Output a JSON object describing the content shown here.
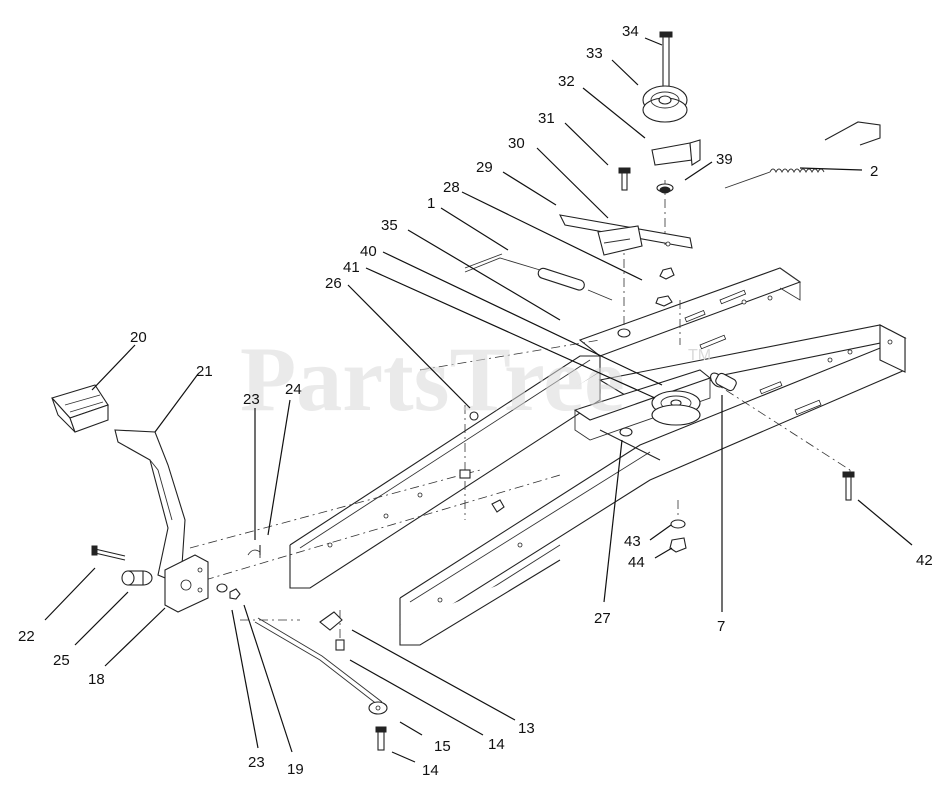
{
  "watermark": {
    "text": "PartsTree",
    "trademark": "TM"
  },
  "callouts": [
    {
      "id": "c34",
      "label": "34"
    },
    {
      "id": "c33",
      "label": "33"
    },
    {
      "id": "c32",
      "label": "32"
    },
    {
      "id": "c31",
      "label": "31"
    },
    {
      "id": "c39",
      "label": "39"
    },
    {
      "id": "c2",
      "label": "2"
    },
    {
      "id": "c30",
      "label": "30"
    },
    {
      "id": "c29",
      "label": "29"
    },
    {
      "id": "c28",
      "label": "28"
    },
    {
      "id": "c1",
      "label": "1"
    },
    {
      "id": "c35",
      "label": "35"
    },
    {
      "id": "c40",
      "label": "40"
    },
    {
      "id": "c41",
      "label": "41"
    },
    {
      "id": "c26",
      "label": "26"
    },
    {
      "id": "c20",
      "label": "20"
    },
    {
      "id": "c21",
      "label": "21"
    },
    {
      "id": "c23a",
      "label": "23"
    },
    {
      "id": "c24",
      "label": "24"
    },
    {
      "id": "c42",
      "label": "42"
    },
    {
      "id": "c43",
      "label": "43"
    },
    {
      "id": "c44",
      "label": "44"
    },
    {
      "id": "c27",
      "label": "27"
    },
    {
      "id": "c7",
      "label": "7"
    },
    {
      "id": "c22",
      "label": "22"
    },
    {
      "id": "c25",
      "label": "25"
    },
    {
      "id": "c18",
      "label": "18"
    },
    {
      "id": "c13",
      "label": "13"
    },
    {
      "id": "c14a",
      "label": "14"
    },
    {
      "id": "c15",
      "label": "15"
    },
    {
      "id": "c14b",
      "label": "14"
    },
    {
      "id": "c23b",
      "label": "23"
    },
    {
      "id": "c19",
      "label": "19"
    }
  ]
}
